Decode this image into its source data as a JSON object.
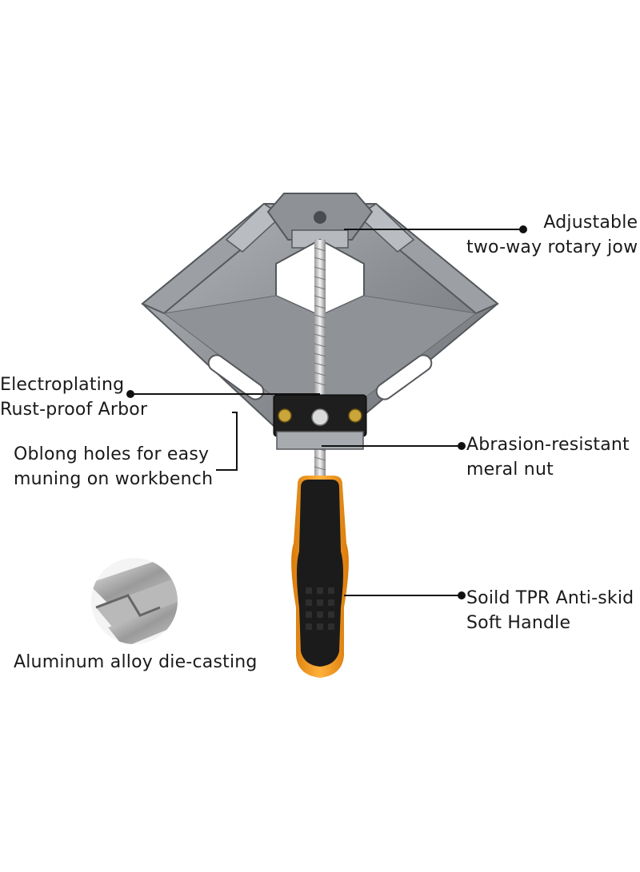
{
  "callouts": {
    "jaw": {
      "line1": "Adjustable",
      "line2": "two-way rotary jow"
    },
    "arbor": {
      "line1": "Electroplating",
      "line2": "Rust-proof Arbor"
    },
    "holes": {
      "line1": "Oblong holes for easy",
      "line2": "muning on workbench"
    },
    "nut": {
      "line1": "Abrasion-resistant",
      "line2": "meral nut"
    },
    "handle": {
      "line1": "Soild TPR Anti-skid",
      "line2": "Soft Handle"
    },
    "material": {
      "line1": "Aluminum alloy die-casting"
    }
  },
  "colors": {
    "body": "#8c8f93",
    "body_light": "#a8abaf",
    "body_dark": "#5f6266",
    "handle_black": "#1b1b1b",
    "handle_orange": "#f39a1e",
    "line": "#111111"
  }
}
